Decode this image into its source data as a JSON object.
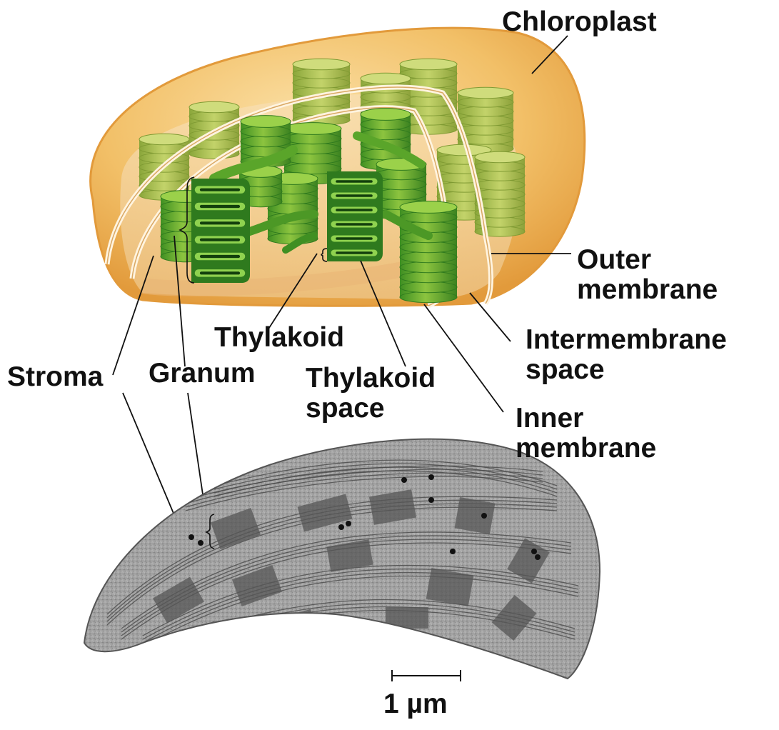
{
  "labels": {
    "chloroplast": "Chloroplast",
    "outer_membrane": [
      "Outer",
      "membrane"
    ],
    "intermembrane_space": [
      "Intermembrane",
      "space"
    ],
    "inner_membrane": [
      "Inner",
      "membrane"
    ],
    "thylakoid": "Thylakoid",
    "thylakoid_space": [
      "Thylakoid",
      "space"
    ],
    "stroma": "Stroma",
    "granum": "Granum"
  },
  "scale_bar": {
    "label": "1 µm"
  },
  "colors": {
    "envelope_outer": "#f2c068",
    "envelope_edge": "#e9a94a",
    "stroma_fill": "#f7d9a8",
    "membrane_line": "#fff4e0",
    "granum_light": "#8cc43f",
    "granum_mid": "#5aa52a",
    "granum_dark": "#2f7a1e",
    "micrograph_gray": "#9a9a9a",
    "text": "#111111"
  },
  "icons": [
    "chloroplast-illustration",
    "electron-micrograph",
    "bracket-icon"
  ]
}
